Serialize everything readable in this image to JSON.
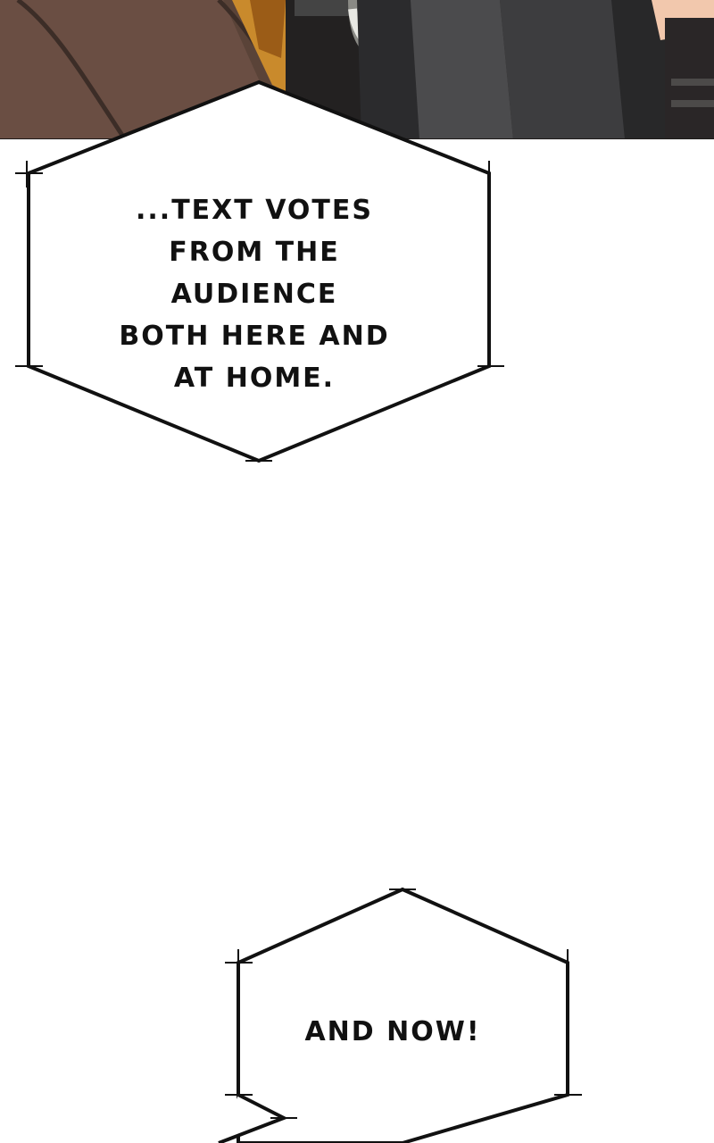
{
  "bubbles": [
    {
      "id": "bubble-1",
      "text": "...TEXT VOTES\nFROM THE AUDIENCE\nBOTH HERE AND\nAT HOME."
    },
    {
      "id": "bubble-2",
      "text": "AND NOW!"
    }
  ],
  "colors": {
    "background": "#ffffff",
    "bubble_fill": "#ffffff",
    "bubble_outline": "#111111",
    "text": "#111111",
    "panel_dark": "#2f2b2a",
    "panel_coat_brown": "#5a4338",
    "panel_orange": "#c98a2c",
    "panel_gray": "#4b4b4d",
    "panel_shirt": "#e8e4e0",
    "panel_skin": "#f2c8ad"
  },
  "icons": {
    "top_artwork": "comic-panel-artwork"
  }
}
